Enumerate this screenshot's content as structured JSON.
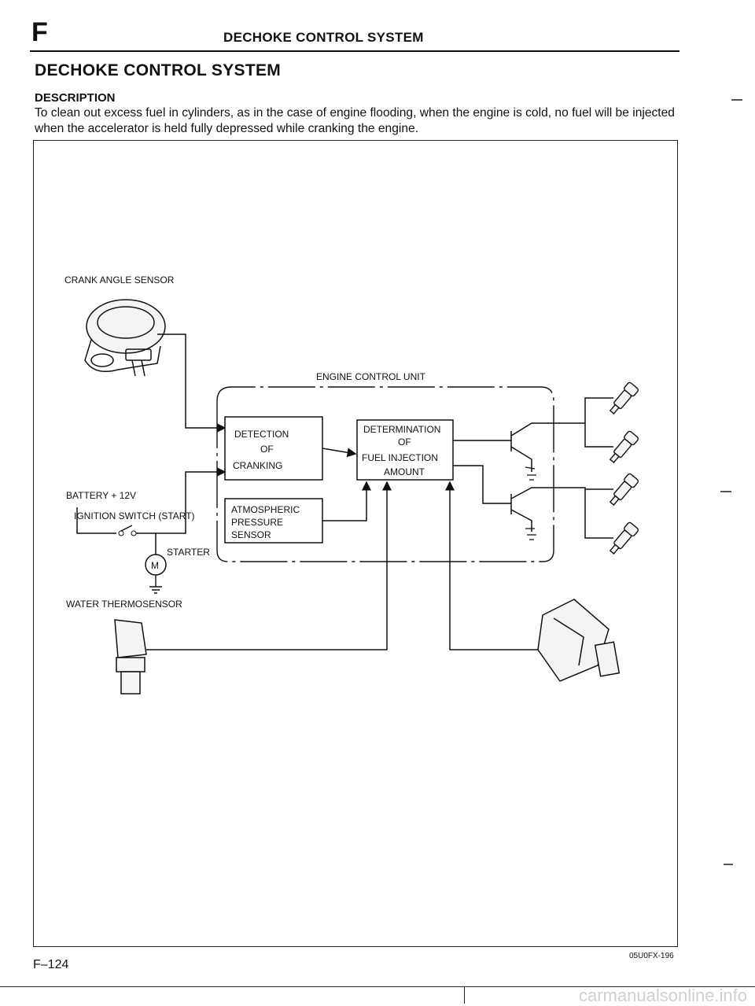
{
  "header": {
    "section_letter": "F",
    "running_title": "DECHOKE CONTROL SYSTEM"
  },
  "page_title": "DECHOKE CONTROL SYSTEM",
  "section_heading": "DESCRIPTION",
  "description": "To clean out excess fuel in cylinders, as in the case of engine flooding, when the engine is cold, no fuel will be injected when the accelerator is held fully depressed while cranking the engine.",
  "diagram": {
    "crank_angle_sensor": "CRANK ANGLE SENSOR",
    "engine_control_unit": "ENGINE CONTROL UNIT",
    "detection_line1": "DETECTION",
    "detection_line2": "OF",
    "detection_line3": "CRANKING",
    "determination_line1": "DETERMINATION",
    "determination_line2": "OF",
    "determination_line3": "FUEL INJECTION",
    "determination_line4": "AMOUNT",
    "atmospheric_line1": "ATMOSPHERIC",
    "atmospheric_line2": "PRESSURE",
    "atmospheric_line3": "SENSOR",
    "battery": "BATTERY + 12V",
    "ignition_switch": "IGNITION SWITCH (START)",
    "starter": "STARTER",
    "motor_symbol": "M",
    "water_thermosensor": "WATER THERMOSENSOR"
  },
  "figure_code": "05U0FX-196",
  "page_number": "F–124",
  "watermark": "carmanualsonline.info"
}
